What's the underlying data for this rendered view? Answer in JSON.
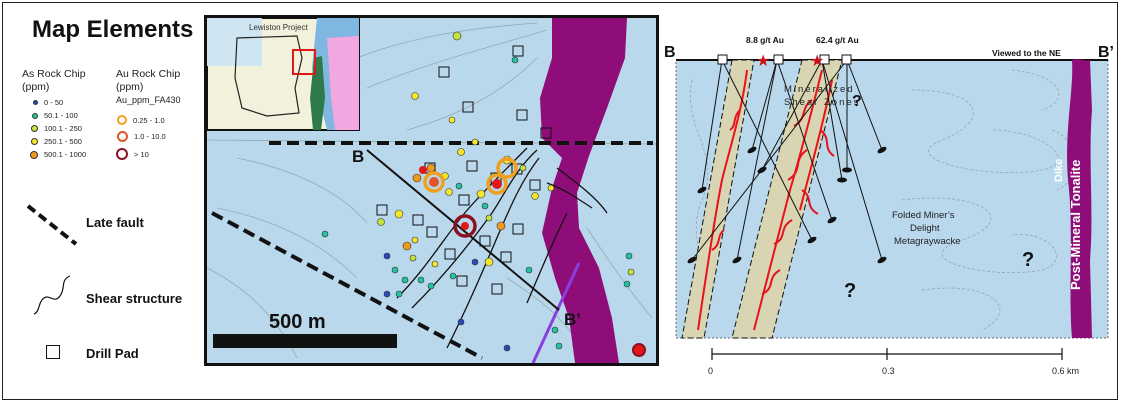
{
  "legend": {
    "title": "Map Elements",
    "as_heading_1": "As Rock Chip",
    "as_heading_2": "(ppm)",
    "as_classes": [
      {
        "label": "0 - 50",
        "color": "#2a49b8"
      },
      {
        "label": "50.1 - 100",
        "color": "#23c2a0"
      },
      {
        "label": "100.1 - 250",
        "color": "#c3e23c"
      },
      {
        "label": "250.1 - 500",
        "color": "#f3e62a"
      },
      {
        "label": "500.1 - 1000",
        "color": "#f09a1c"
      }
    ],
    "au_heading_1": "Au Rock Chip",
    "au_heading_2": "(ppm)",
    "au_heading_3": "Au_ppm_FA430",
    "au_classes": [
      {
        "label": "0.25 - 1.0",
        "color": "#f0a020"
      },
      {
        "label": "1.0 - 10.0",
        "color": "#e0562a"
      },
      {
        "label": "> 10",
        "color": "#8b1020"
      }
    ],
    "late_fault": "Late fault",
    "shear_structure": "Shear structure",
    "drill_pad": "Drill Pad"
  },
  "map": {
    "inset_label": "Lewiston Project",
    "scale_label": "500 m",
    "section_start": "B",
    "section_end": "B’"
  },
  "section": {
    "left_label": "B",
    "right_label": "B’",
    "view_note": "Viewed to the NE",
    "assay_1": "8.8 g/t Au",
    "assay_2": "62.4 g/t Au",
    "mineralized_1": "Mineralized",
    "mineralized_2": "Shear Zones",
    "rock_1": "Folded Miner’s",
    "rock_2": "Delight",
    "rock_3": "Metagraywacke",
    "dike_1": "Post-Mineral Tonalite",
    "dike_2": "Dike",
    "question": "?",
    "scale_ticks": [
      "0",
      "0.3",
      "0.6 km"
    ]
  },
  "colors": {
    "map_background": "#b9d8ec",
    "dike": "#8e0d78",
    "shear_zone": "#d9d5b2",
    "mineralized_vein": "#e8121c"
  }
}
